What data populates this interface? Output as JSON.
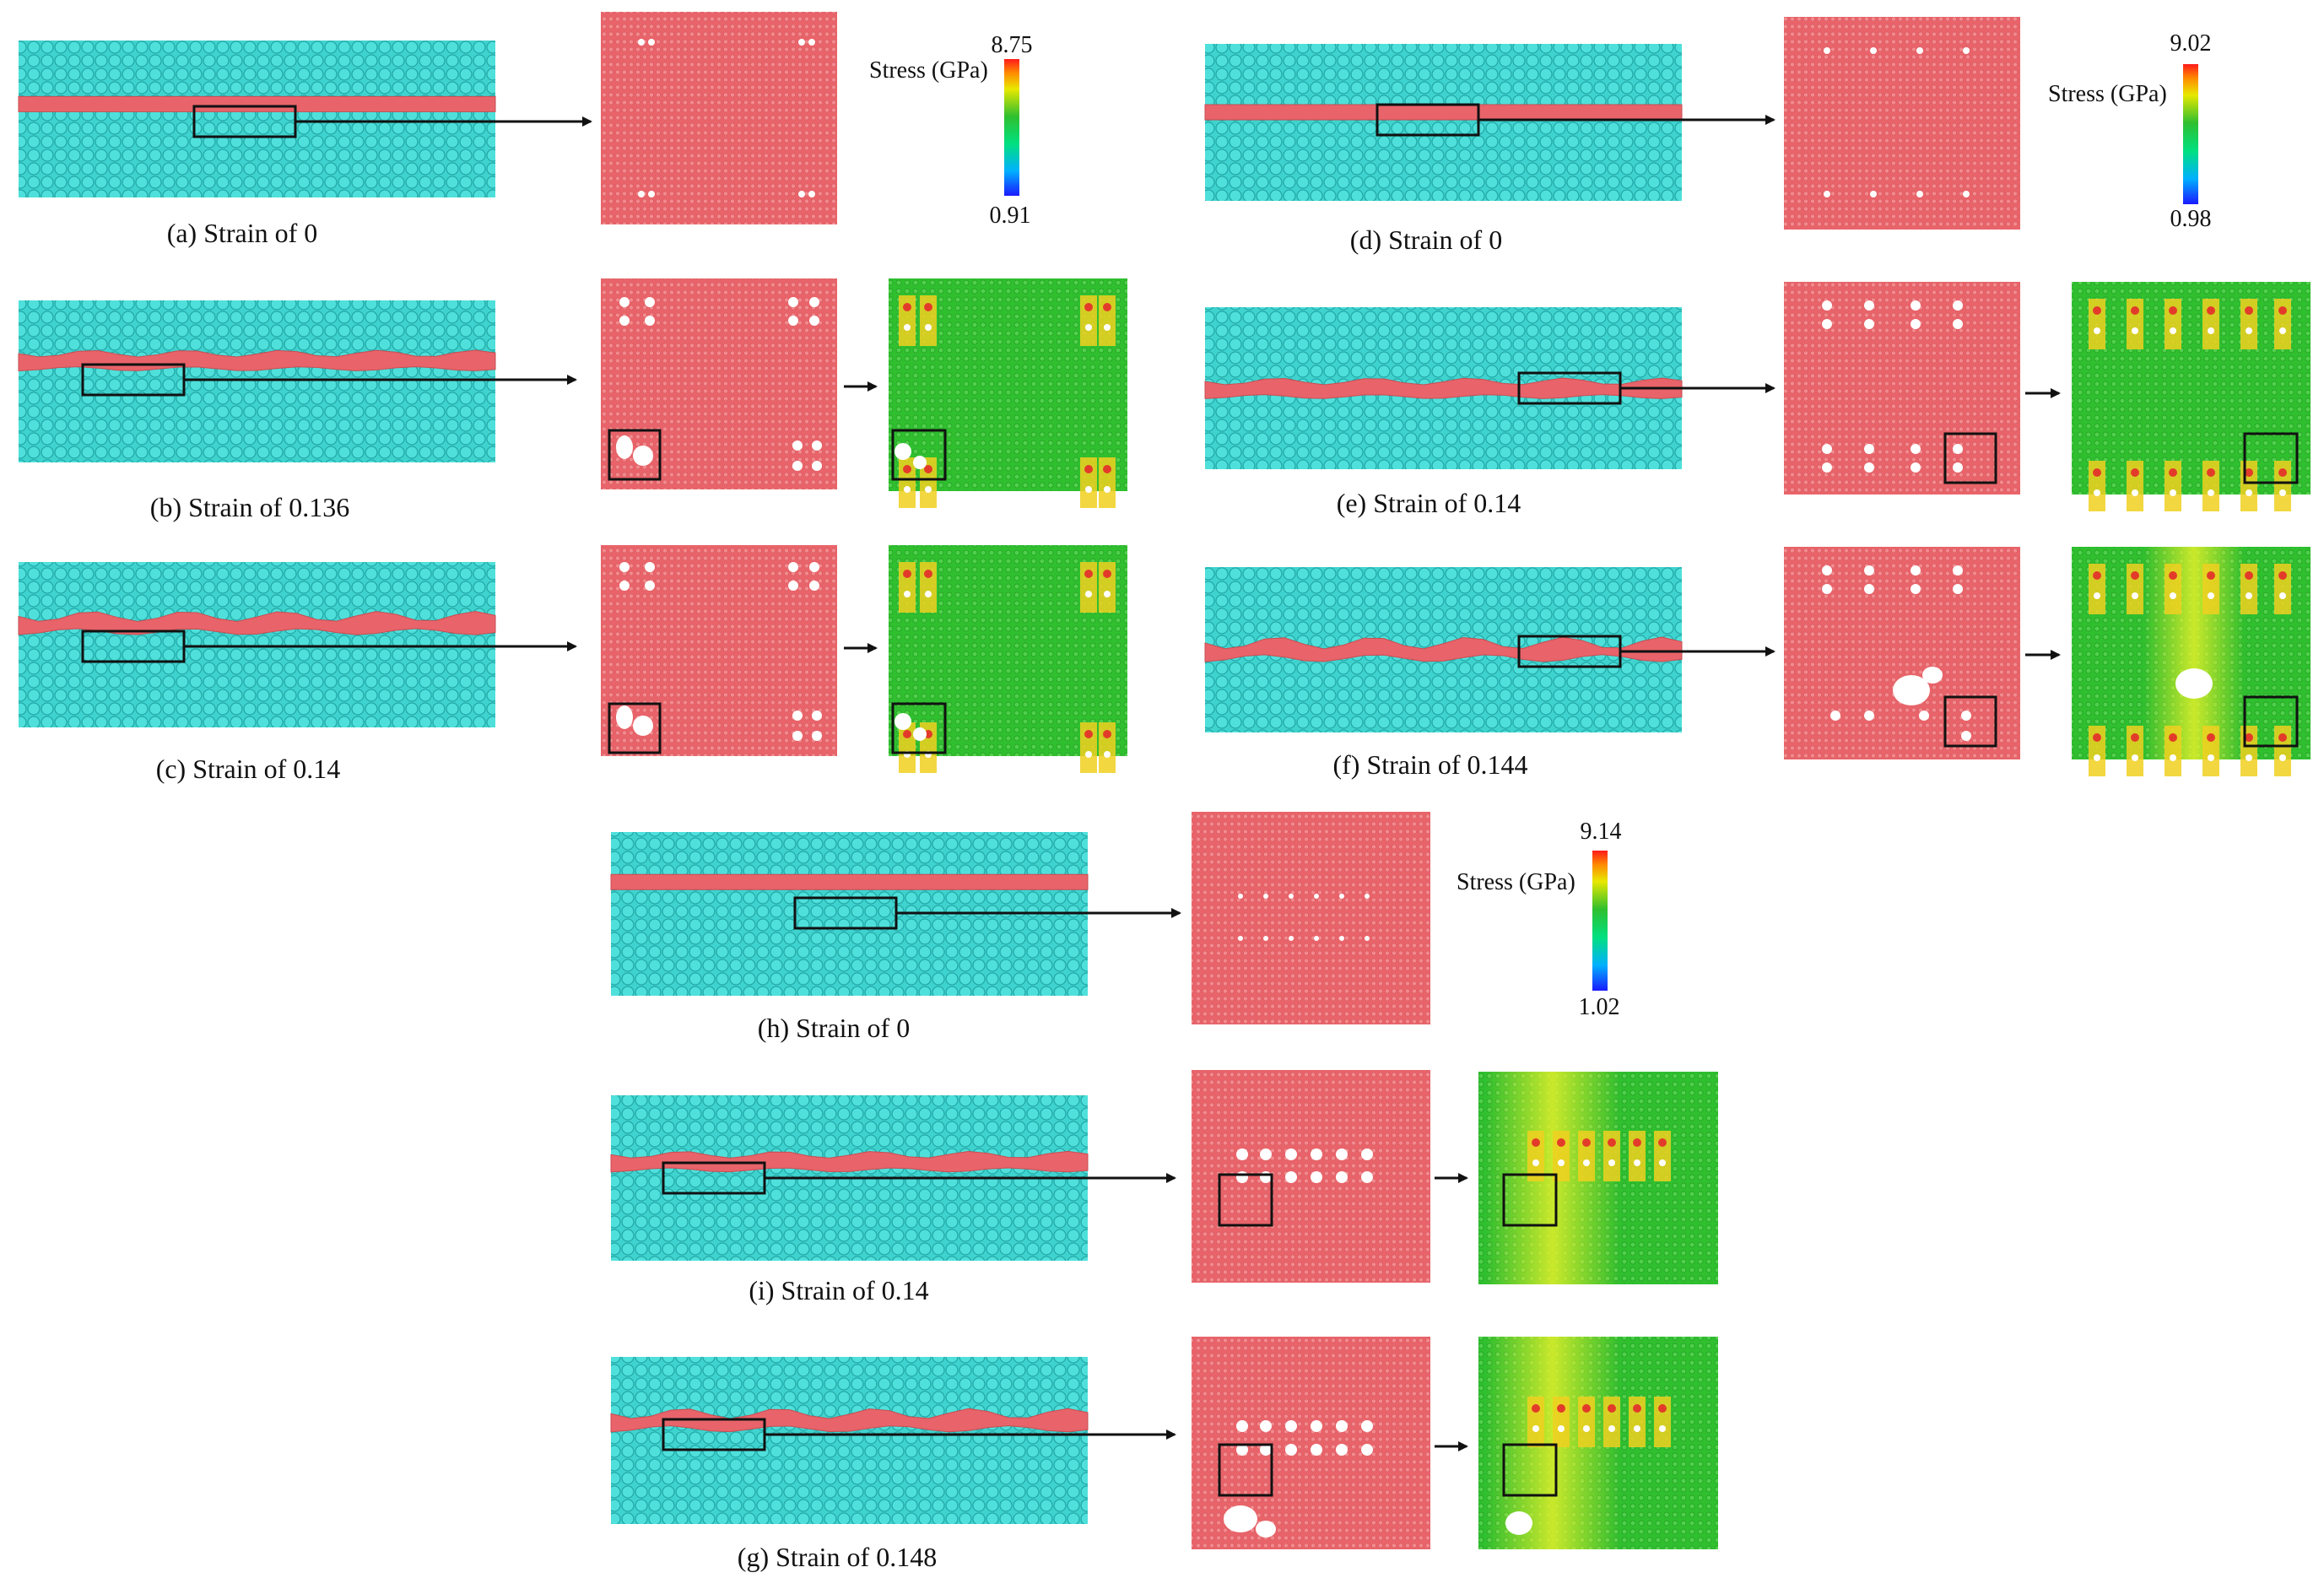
{
  "figure": {
    "panels": [
      {
        "id": "a",
        "caption": "(a) Strain of 0",
        "strain": 0,
        "has_stress_map": false
      },
      {
        "id": "b",
        "caption": "(b) Strain of 0.136",
        "strain": 0.136,
        "has_stress_map": true
      },
      {
        "id": "c",
        "caption": "(c) Strain of 0.14",
        "strain": 0.14,
        "has_stress_map": true
      },
      {
        "id": "d",
        "caption": "(d) Strain of 0",
        "strain": 0,
        "has_stress_map": false
      },
      {
        "id": "e",
        "caption": "(e) Strain of 0.14",
        "strain": 0.14,
        "has_stress_map": true
      },
      {
        "id": "f",
        "caption": "(f) Strain of 0.144",
        "strain": 0.144,
        "has_stress_map": true
      },
      {
        "id": "h",
        "caption": "(h) Strain of 0",
        "strain": 0,
        "has_stress_map": false
      },
      {
        "id": "i",
        "caption": "(i) Strain of 0.14",
        "strain": 0.14,
        "has_stress_map": true
      },
      {
        "id": "g",
        "caption": "(g) Strain of 0.148",
        "strain": 0.148,
        "has_stress_map": true
      }
    ],
    "colorbars": [
      {
        "label": "Stress (GPa)",
        "max": "8.75",
        "min": "0.91"
      },
      {
        "label": "Stress (GPa)",
        "max": "9.02",
        "min": "0.98"
      },
      {
        "label": "Stress (GPa)",
        "max": "9.14",
        "min": "1.02"
      }
    ],
    "colors": {
      "matrix": "#3fd3cf",
      "matrix_dark": "#22a9a8",
      "sheet": "#e8646a",
      "sheet_light": "#f07b7f",
      "stress_low": "#2fbf2f",
      "frame": "#111111"
    }
  }
}
